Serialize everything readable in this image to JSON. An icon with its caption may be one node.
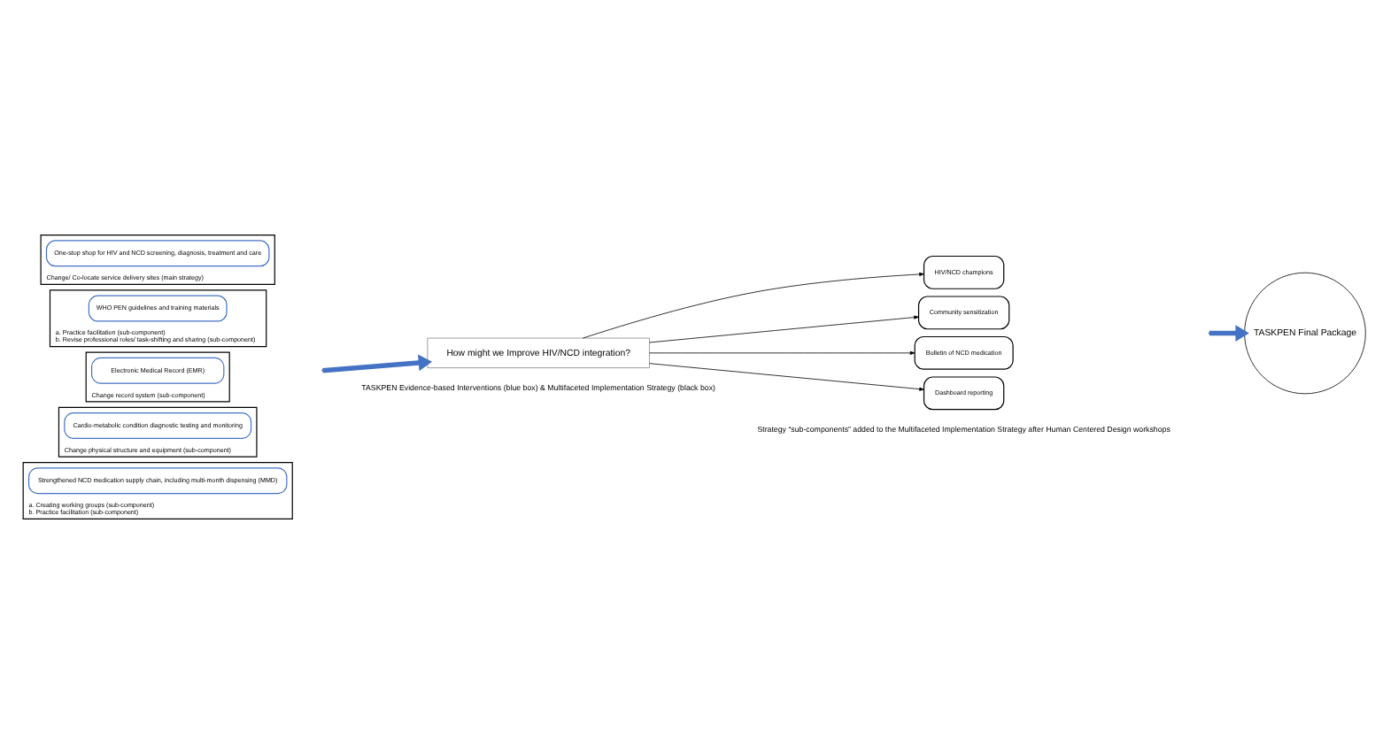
{
  "diagram": {
    "nodes": [
      {
        "text": [
          "Change/ Co-locate service delivery sites (main strategy)"
        ]
      },
      {
        "text": [
          "One-stop shop for HIV and NCD screening, diagnosis, treatment and care"
        ],
        "in": 0
      },
      {
        "text": [
          "a. Practice facilitation (sub-component)",
          "b. Revise professional roles/ task-shifting and sharing (sub-component)"
        ]
      },
      {
        "text": [
          "WHO PEN guidelines and training materials"
        ],
        "in": 2
      },
      {
        "text": [
          "Change record system (sub-component)"
        ]
      },
      {
        "text": [
          "Electronic Medical Record (EMR)"
        ],
        "in": 4
      },
      {
        "text": [
          "Change physical structure and equipment (sub-component)"
        ]
      },
      {
        "text": [
          "Cardio-metabolic condition diagnostic testing and monitoring"
        ],
        "in": 6
      },
      {
        "text": [
          "a. Creating working groups (sub-component)",
          "b. Practice facilitation (sub-component)"
        ]
      },
      {
        "text": [
          "Strengthened NCD medication supply chain, including multi-month dispensing (MMD)"
        ],
        "in": 8
      },
      {
        "text": [
          "How might we Improve HIV/NCD integration?"
        ]
      },
      {
        "text": [
          "HIV/NCD champions"
        ]
      },
      {
        "text": [
          "Community sensitization"
        ]
      },
      {
        "text": [
          "Bulletin of NCD medication"
        ]
      },
      {
        "text": [
          "Dashboard reporting"
        ]
      },
      {
        "text": [
          "TASKPEN Final Package"
        ]
      }
    ],
    "edges": [
      {
        "from": null,
        "to": 10,
        "arrow": "to",
        "style": "thick",
        "color": "#4472c4"
      },
      {
        "from": 10,
        "to": 11,
        "arrow": "to"
      },
      {
        "from": 10,
        "to": 12,
        "arrow": "to"
      },
      {
        "from": 10,
        "to": 13,
        "arrow": "to"
      },
      {
        "from": 10,
        "to": 14,
        "arrow": "to"
      },
      {
        "from": null,
        "to": 15,
        "arrow": "to",
        "style": "thick",
        "color": "#4472c4"
      }
    ],
    "labels": [
      "TASKPEN Evidence-based Interventions (blue box) & Multifaceted Implementation Strategy (black box)",
      "Strategy “sub-components” added to the Multifaceted Implementation Strategy after Human Centered Design workshops"
    ]
  }
}
